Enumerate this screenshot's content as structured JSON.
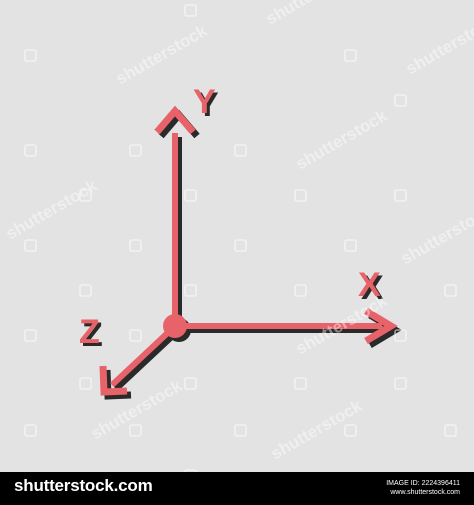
{
  "diagram": {
    "axes": {
      "x_label": "X",
      "y_label": "Y",
      "z_label": "Z"
    },
    "colors": {
      "background": "#e3e3e3",
      "axis": "#e8626a",
      "shadow": "#2a2a2a"
    }
  },
  "watermark": {
    "text": "shutterstock",
    "icon": "shutterstock-logo-icon"
  },
  "footer": {
    "brand": "shutterstock.com",
    "image_id": "IMAGE ID: 2224396411",
    "site": "www.shutterstock.com"
  }
}
